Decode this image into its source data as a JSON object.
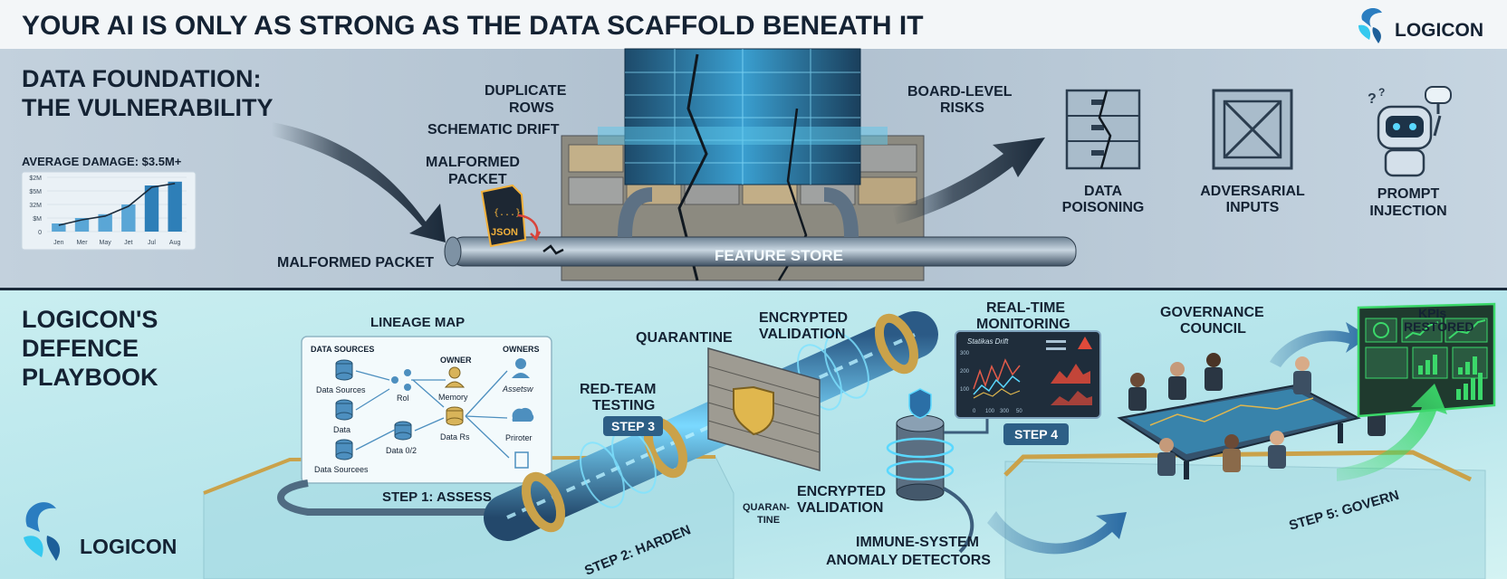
{
  "header": {
    "title": "YOUR AI IS ONLY AS STRONG AS THE DATA SCAFFOLD BENEATH IT",
    "brand": "LOGICON"
  },
  "top": {
    "section_title_1": "DATA FOUNDATION:",
    "section_title_2": "THE VULNERABILITY",
    "damage_label": "AVERAGE DAMAGE: $3.5M+",
    "mini_chart": {
      "y_ticks": [
        "$2M",
        "$5M",
        "32M",
        "$M",
        "0"
      ],
      "months": [
        "Jen",
        "Mer",
        "May",
        "Jet",
        "Jul",
        "Aug"
      ],
      "values": [
        0.15,
        0.25,
        0.32,
        0.5,
        0.85,
        0.92
      ]
    },
    "dup_rows_1": "DUPLICATE",
    "dup_rows_2": "ROWS",
    "schematic_drift": "SCHEMATIC DRIFT",
    "malformed_1": "MALFORMED",
    "malformed_2": "PACKET",
    "malformed_packet": "MALFORMED PACKET",
    "json_label": "JSON",
    "json_braces": "{...}",
    "feature_store": "FEATURE STORE",
    "board_1": "BOARD-LEVEL",
    "board_2": "RISKS",
    "risks": [
      {
        "line1": "DATA",
        "line2": "POISONING",
        "icon": "cracked-cabinet-icon"
      },
      {
        "line1": "ADVERSARIAL",
        "line2": "INPUTS",
        "icon": "warning-frame-icon"
      },
      {
        "line1": "PROMPT",
        "line2": "INJECTION",
        "icon": "robot-icon"
      }
    ]
  },
  "bottom": {
    "title_1": "LOGICON'S",
    "title_2": "DEFENCE",
    "title_3": "PLAYBOOK",
    "brand": "LOGICON",
    "lineage_map": "LINEAGE MAP",
    "lineage": {
      "data_sources_head": "DATA SOURCES",
      "owner_head": "OWNER",
      "owners_head": "OWNERS",
      "src1": "Data Sources",
      "src2": "Data",
      "src3": "Data Sourcees",
      "roi": "Rol",
      "data02": "Data 0/2",
      "memory": "Memory",
      "data_rs": "Data Rs",
      "assessw": "Assetsw",
      "priroter": "Priroter"
    },
    "step1": "STEP 1: ASSESS",
    "step2": "STEP 2: HARDEN",
    "step3": "STEP 3",
    "red_team_1": "RED-TEAM",
    "red_team_2": "TESTING",
    "quarantine": "QUARANTINE",
    "quaran_1": "QUARAN-",
    "quaran_2": "TINE",
    "enc_val_top_1": "ENCRYPTED",
    "enc_val_top_2": "VALIDATION",
    "enc_val_bot_1": "ENCRYPTED",
    "enc_val_bot_2": "VALIDATION",
    "realtime_1": "REAL-TIME",
    "realtime_2": "MONITORING",
    "monitor_title": "Statikas Drift",
    "monitor_ticks": [
      "300",
      "200",
      "100"
    ],
    "monitor_x": [
      "0",
      "100",
      "300",
      "50"
    ],
    "step4": "STEP 4",
    "immune_1": "IMMUNE-SYSTEM",
    "immune_2": "ANOMALY DETECTORS",
    "governance_1": "GOVERNANCE",
    "governance_2": "COUNCIL",
    "kpis_1": "KPIs",
    "kpis_2": "RESTORED",
    "step5": "STEP 5: GOVERN",
    "colors": {
      "top_bg": "#b9cad8",
      "bottom_bg": "#bfe9ec",
      "navy": "#1b2a3a",
      "cyan": "#36c9ef",
      "step_badge": "#2d5f86",
      "gold": "#caa24a",
      "kpi_green": "#3bd86a"
    }
  }
}
